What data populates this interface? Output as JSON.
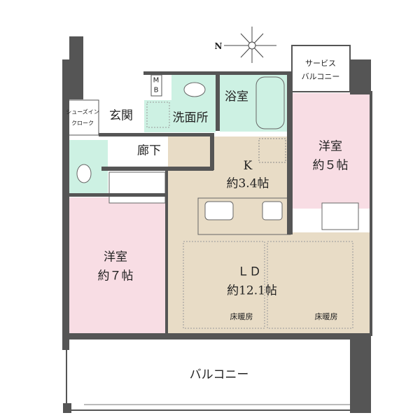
{
  "compass": {
    "north_label": "N"
  },
  "rooms": {
    "western_7": {
      "name": "洋室",
      "size": "約７帖"
    },
    "western_5": {
      "name": "洋室",
      "size": "約５帖"
    },
    "kitchen": {
      "name": "K",
      "size": "約3.4帖"
    },
    "living_dining": {
      "name": "ＬＤ",
      "size": "約12.1帖"
    },
    "entrance": {
      "name": "玄関"
    },
    "washroom": {
      "name": "洗面所"
    },
    "bathroom": {
      "name": "浴室"
    },
    "hallway": {
      "name": "廊下"
    },
    "shoe_closet": {
      "line1": "シューズイン",
      "line2": "クローク"
    },
    "service_balcony": {
      "line1": "サービス",
      "line2": "バルコニー"
    },
    "balcony": {
      "name": "バルコニー"
    },
    "meter_box": {
      "line1": "M",
      "line2": "B"
    }
  },
  "floor_heating": [
    "床暖房",
    "床暖房"
  ],
  "colors": {
    "wall": "#555555",
    "bedroom": "#f8dde4",
    "wet_area": "#cdf1e3",
    "kitchen_ld": "#e8dcc6"
  }
}
